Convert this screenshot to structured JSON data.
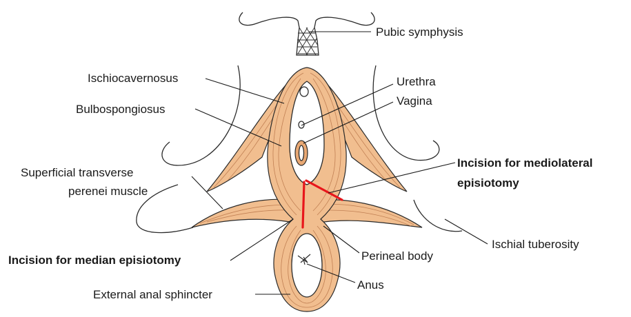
{
  "labels": {
    "pubic_symphysis": "Pubic symphysis",
    "ischiocavernosus": "Ischiocavernosus",
    "bulbospongiosus": "Bulbospongiosus",
    "urethra": "Urethra",
    "vagina": "Vagina",
    "superficial_transverse_1": "Superficial transverse",
    "superficial_transverse_2": "perenei muscle",
    "mediolateral_1": "Incision for mediolateral",
    "mediolateral_2": "episiotomy",
    "median": "Incision for median episiotomy",
    "perineal_body": "Perineal body",
    "ischial_tuberosity": "Ischial tuberosity",
    "anus": "Anus",
    "external_anal_sphincter": "External anal sphincter"
  },
  "colors": {
    "muscle": "#f1be8f",
    "incision": "#e8161b"
  }
}
